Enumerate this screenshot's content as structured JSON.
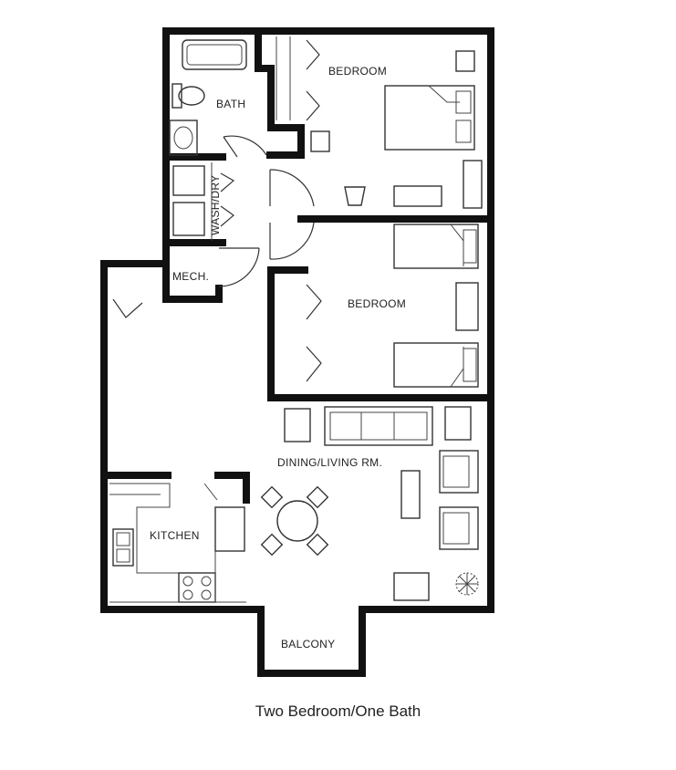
{
  "rooms": {
    "bedroom_1": "BEDROOM",
    "bath": "BATH",
    "wash_dry": "WASH/DRY",
    "bedroom_2": "BEDROOM",
    "mech": "MECH.",
    "dining_living": "DINING/LIVING RM.",
    "kitchen": "KITCHEN",
    "balcony": "BALCONY"
  },
  "caption": "Two Bedroom/One Bath",
  "colors": {
    "walls": "#111111",
    "fixtures": "#333333",
    "background": "#ffffff"
  }
}
